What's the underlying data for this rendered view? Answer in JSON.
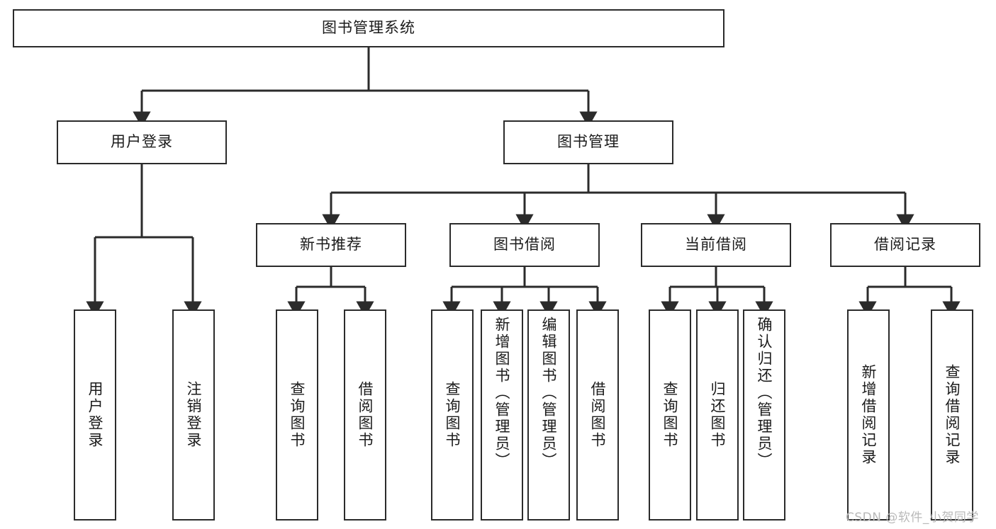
{
  "diagram": {
    "type": "tree-hierarchy-chart",
    "title_node": "图书管理系统",
    "watermark": "CSDN @软件_小贺同学",
    "levels": {
      "root": {
        "label": "图书管理系统"
      },
      "level2": [
        {
          "label": "用户登录"
        },
        {
          "label": "图书管理"
        }
      ],
      "level3": [
        {
          "label": "新书推荐"
        },
        {
          "label": "图书借阅"
        },
        {
          "label": "当前借阅"
        },
        {
          "label": "借阅记录"
        }
      ],
      "leaves_user_login": [
        {
          "label": "用户登录"
        },
        {
          "label": "注销登录"
        }
      ],
      "leaves_new_books": [
        {
          "label": "查询图书"
        },
        {
          "label": "借阅图书"
        }
      ],
      "leaves_borrow": [
        {
          "label": "查询图书"
        },
        {
          "label": "新增图书（管理员）"
        },
        {
          "label": "编辑图书（管理员）"
        },
        {
          "label": "借阅图书"
        }
      ],
      "leaves_current": [
        {
          "label": "查询图书"
        },
        {
          "label": "归还图书"
        },
        {
          "label": "确认归还（管理员）"
        }
      ],
      "leaves_records": [
        {
          "label": "新增借阅记录"
        },
        {
          "label": "查询借阅记录"
        }
      ]
    },
    "colors": {
      "stroke": "#2b2b2b",
      "fill": "#ffffff",
      "text": "#1b1b1b",
      "watermark": "#b9b9b9"
    }
  }
}
